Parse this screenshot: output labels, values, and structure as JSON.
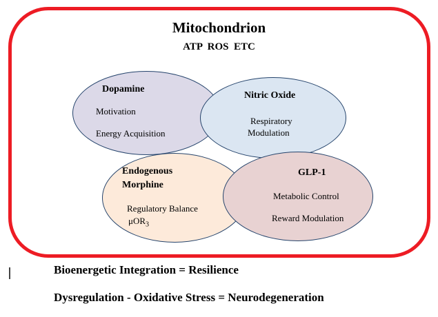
{
  "frame": {
    "title": "Mitochondrion",
    "subtitle": "ATP  ROS  ETC"
  },
  "ellipses": {
    "dopamine": {
      "title": "Dopamine",
      "line1": "Motivation",
      "line2": "Energy Acquisition",
      "fill": "#dcd9e8"
    },
    "nitric_oxide": {
      "title": "Nitric Oxide",
      "line1": "Respiratory",
      "line2": "Modulation",
      "fill": "#dbe6f2"
    },
    "endogenous_morphine": {
      "title_line1": "Endogenous",
      "title_line2": "Morphine",
      "line1": "Regulatory Balance",
      "line2": "μOR",
      "line2_sub": "3",
      "fill": "#fdeada"
    },
    "glp1": {
      "title": "GLP-1",
      "line1": "Metabolic Control",
      "line2": "Reward Modulation",
      "fill": "#e8d2d2"
    }
  },
  "footer": {
    "line1": "Bioenergetic Integration = Resilience",
    "line2": "Dysregulation - Oxidative Stress = Neurodegeneration"
  },
  "colors": {
    "frame_border": "#ed1c24",
    "ellipse_border": "#24436b",
    "text": "#000000",
    "background": "#ffffff"
  }
}
